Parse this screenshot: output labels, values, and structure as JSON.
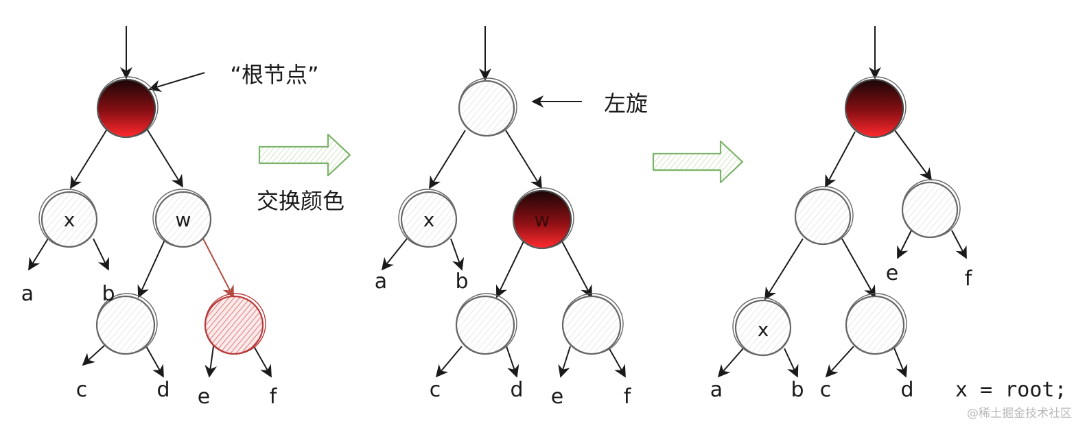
{
  "tree1": {
    "node_x": "x",
    "node_w": "w",
    "leaves": {
      "a": "a",
      "b": "b",
      "c": "c",
      "d": "d",
      "e": "e",
      "f": "f"
    }
  },
  "tree2": {
    "node_x": "x",
    "node_w": "w",
    "leaves": {
      "a": "a",
      "b": "b",
      "c": "c",
      "d": "d",
      "e": "e",
      "f": "f"
    }
  },
  "tree3": {
    "node_x": "x",
    "leaves": {
      "a": "a",
      "b": "b",
      "c": "c",
      "d": "d",
      "e": "e",
      "f": "f"
    }
  },
  "annotations": {
    "root_node": "“根节点”",
    "swap_colors": "交换颜色",
    "rotate_left": "左旋",
    "code": "x = root;"
  },
  "watermark": "@稀土掘金技术社区",
  "colors": {
    "red_node": "#e8262a",
    "dark_node": "#1a0606",
    "pink_node": "#d86060",
    "arrow_green": "#7cb36a",
    "edge": "#1a1a1a",
    "red_edge": "#b24a42"
  }
}
